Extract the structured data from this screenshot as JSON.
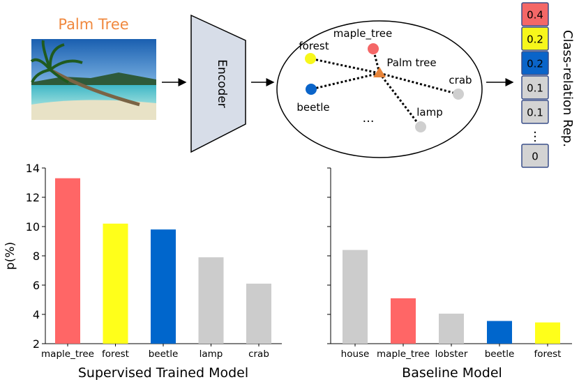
{
  "diagram": {
    "image_caption": "Palm Tree",
    "encoder_label": "Encoder",
    "relation_nodes": [
      {
        "name": "maple_tree",
        "color": "#f46767"
      },
      {
        "name": "forest",
        "color": "#f7f71b"
      },
      {
        "name": "beetle",
        "color": "#0a64c9"
      },
      {
        "name": "crab",
        "color": "#cfcfcf"
      },
      {
        "name": "lamp",
        "color": "#cfcfcf"
      }
    ],
    "center_label": "Palm tree",
    "ellipsis": "…",
    "rep_title": "Class-relation Rep.",
    "rep_values": [
      {
        "value": "0.4",
        "color": "#f46767"
      },
      {
        "value": "0.2",
        "color": "#f7f71b"
      },
      {
        "value": "0.2",
        "color": "#0a64c9"
      },
      {
        "value": "0.1",
        "color": "#d3d3d3"
      },
      {
        "value": "0.1",
        "color": "#d3d3d3"
      },
      {
        "value": "⋮",
        "color": "#ffffff"
      },
      {
        "value": "0",
        "color": "#d3d3d3"
      }
    ]
  },
  "chart_data": [
    {
      "type": "bar",
      "title": "Supervised Trained Model",
      "ylabel": "p(%)",
      "ylim": [
        2,
        14
      ],
      "yticks": [
        2,
        4,
        6,
        8,
        10,
        12,
        14
      ],
      "categories": [
        "maple_tree",
        "forest",
        "beetle",
        "lamp",
        "crab"
      ],
      "values": [
        13.3,
        10.2,
        9.8,
        7.9,
        6.1
      ],
      "colors": [
        "#ff6666",
        "#ffff1a",
        "#0066cc",
        "#cccccc",
        "#cccccc"
      ]
    },
    {
      "type": "bar",
      "title": "Baseline Model",
      "ylim": [
        2,
        14
      ],
      "categories": [
        "house",
        "maple_tree",
        "lobster",
        "beetle",
        "forest"
      ],
      "values": [
        8.4,
        5.1,
        4.05,
        3.55,
        3.45
      ],
      "colors": [
        "#cccccc",
        "#ff6666",
        "#cccccc",
        "#0066cc",
        "#ffff1a"
      ]
    }
  ]
}
